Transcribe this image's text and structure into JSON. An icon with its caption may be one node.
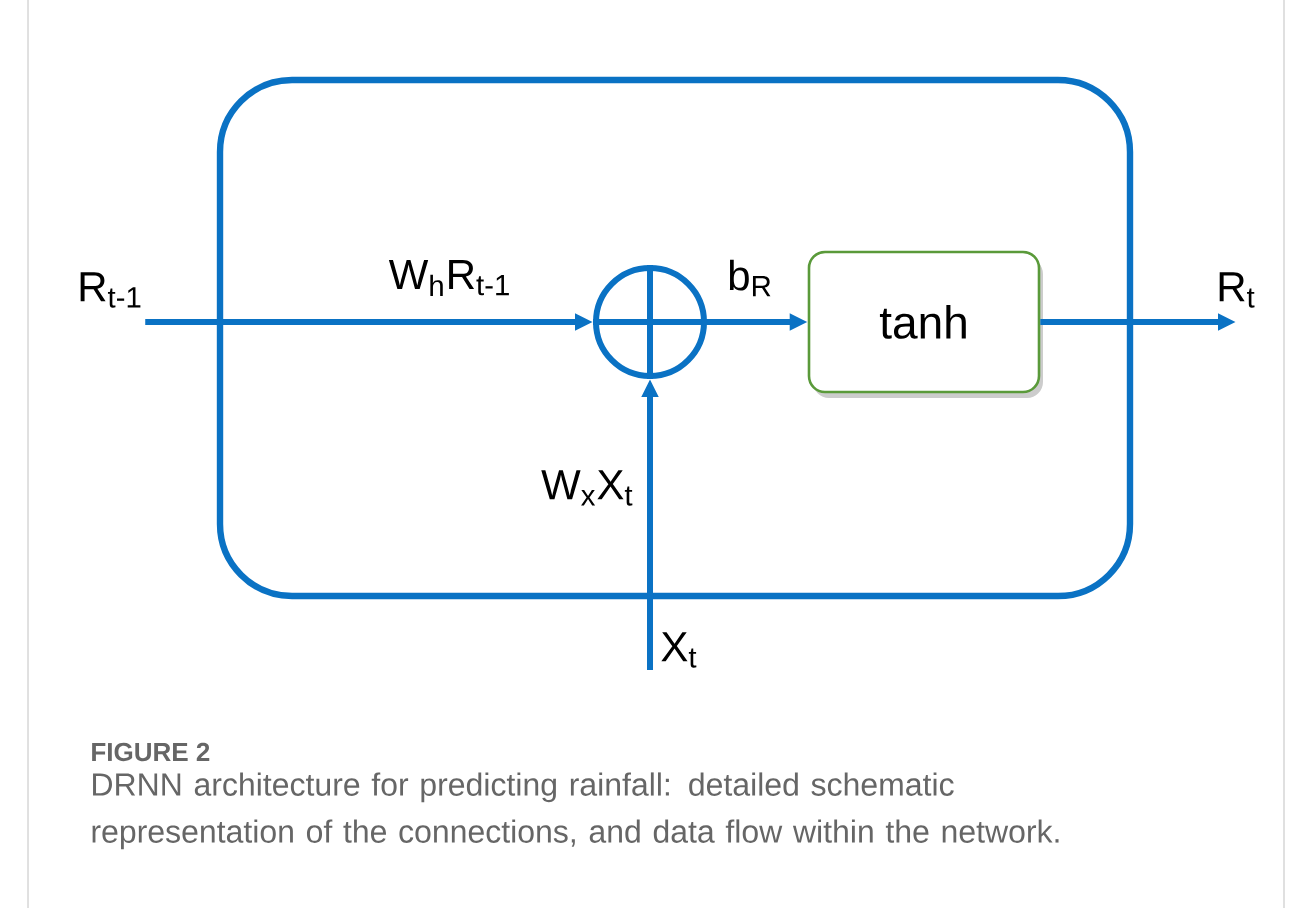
{
  "diagram": {
    "title": "FIGURE 2",
    "caption": "DRNN architecture for predicting rainfall: detailed schematic representation of the connections, and data flow within the network.",
    "nodes": [
      {
        "text": [],
        "shape": "box"
      },
      {
        "text": [],
        "shape": "circle",
        "in": 0
      },
      {
        "text": [
          "tanh"
        ],
        "in": 0
      },
      {
        "text": [
          "R$_{t-1}$"
        ]
      },
      {
        "text": [
          "X$_{t}$"
        ]
      },
      {
        "text": [
          "R$_{t}$"
        ]
      }
    ],
    "edges": [
      {
        "from": 3,
        "to": 1,
        "arrow": "to",
        "label": "W$_{h}$R$_{t-1}$"
      },
      {
        "from": 4,
        "to": 1,
        "arrow": "to",
        "label": "W$_{x}$X$_{t}$"
      },
      {
        "from": 1,
        "to": 2,
        "arrow": "to",
        "label": "b$_{R}$"
      },
      {
        "from": 2,
        "to": 5,
        "arrow": "to"
      }
    ]
  }
}
